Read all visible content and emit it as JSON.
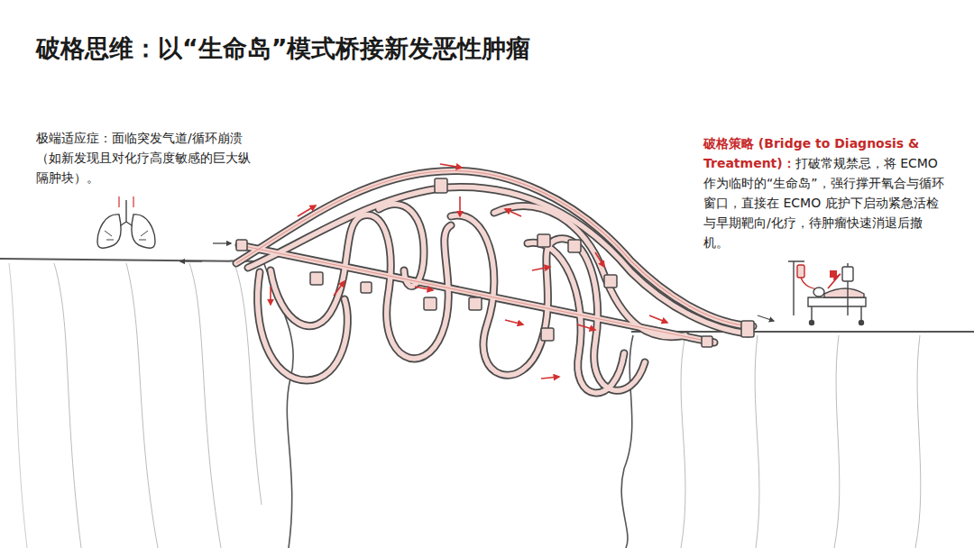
{
  "diagram": {
    "title": "破格思维：以“生命岛”模式桥接新发恶性肿瘤",
    "labels": [
      "极端适应症：面临突发气道/循环崩溃（如新发现且对化疗高度敏感的巨大纵隔肿块）。",
      "破格策略 (Bridge to Diagnosis & Treatment)：",
      "打破常规禁忌，将 ECMO 作为临时的“生命岛”，强行撑开氧合与循环窗口，直接在 ECMO 庇护下启动紧急活检与早期靶向/化疗，待肿瘤快速消退后撤机。"
    ]
  }
}
